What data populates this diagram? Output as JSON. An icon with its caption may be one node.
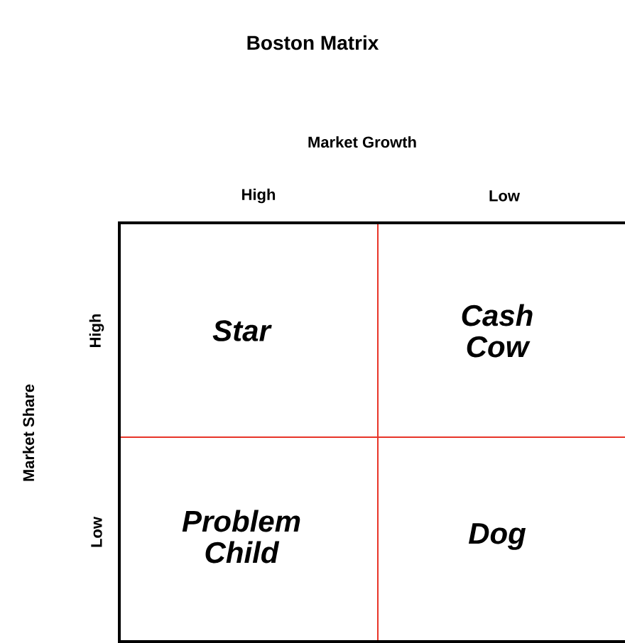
{
  "diagram": {
    "title": "Boston Matrix",
    "nodes": [
      {
        "text": [
          "Star"
        ]
      },
      {
        "text": [
          "Cash Cow"
        ]
      },
      {
        "text": [
          "Problem Child"
        ]
      },
      {
        "text": [
          "Dog"
        ]
      }
    ],
    "labels": [
      "Market Growth",
      "High",
      "Low",
      "Market Share",
      "High",
      "Low"
    ]
  }
}
